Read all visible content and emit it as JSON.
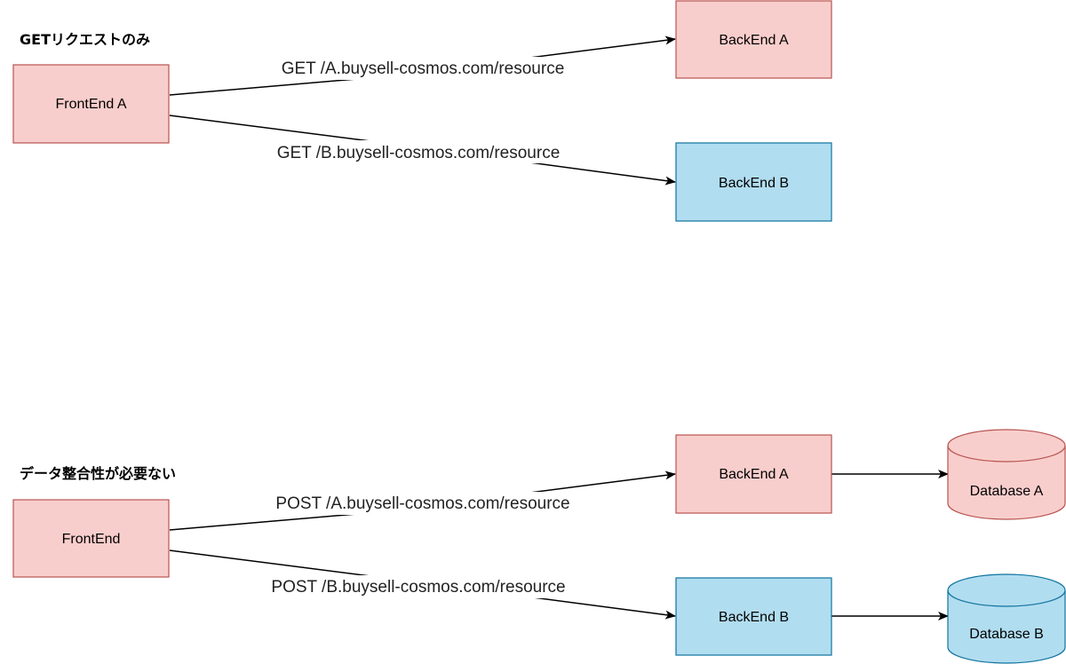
{
  "colors": {
    "red_fill": "#f8cecc",
    "red_stroke": "#b85450",
    "blue_fill": "#b1ddf0",
    "blue_stroke": "#10739e",
    "edge": "#000000"
  },
  "top_section": {
    "heading": "GETリクエストのみ",
    "frontend": "FrontEnd A",
    "backend_a": "BackEnd A",
    "backend_b": "BackEnd B",
    "edge_a_label": "GET /A.buysell-cosmos.com/resource",
    "edge_b_label": "GET /B.buysell-cosmos.com/resource"
  },
  "bottom_section": {
    "heading": "データ整合性が必要ない",
    "frontend": "FrontEnd",
    "backend_a": "BackEnd A",
    "backend_b": "BackEnd B",
    "database_a": "Database A",
    "database_b": "Database B",
    "edge_a_label": "POST /A.buysell-cosmos.com/resource",
    "edge_b_label": "POST /B.buysell-cosmos.com/resource"
  }
}
